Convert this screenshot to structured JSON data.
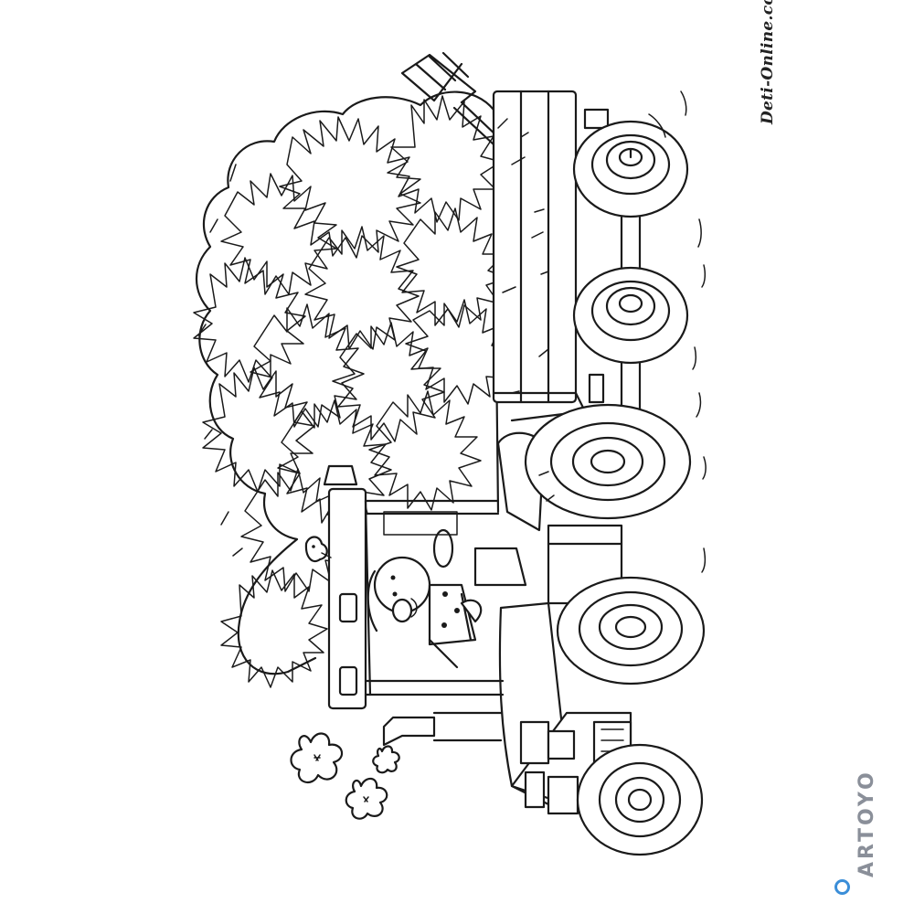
{
  "watermark": {
    "site": "Deti-Online.com"
  },
  "brand": {
    "logo_text": "ARTOYO",
    "ring_color": "#3b8ed8"
  },
  "illustration": {
    "subject": "tractor with hay trailer",
    "style": "black line art coloring page",
    "colors": {
      "line": "#1a1a1a",
      "background": "#ffffff"
    }
  }
}
